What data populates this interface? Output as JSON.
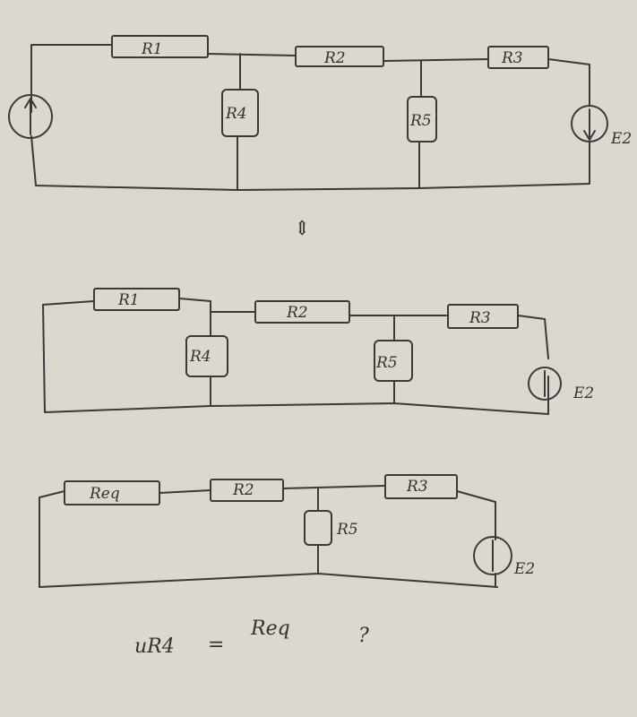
{
  "circuit_1": {
    "labels": {
      "r1": "R1",
      "r2": "R2",
      "r3": "R3",
      "r4": "R4",
      "r5": "R5",
      "e2": "E2"
    }
  },
  "equivalence_symbol": "⇕",
  "circuit_2": {
    "labels": {
      "r1": "R1",
      "r2": "R2",
      "r3": "R3",
      "r4": "R4",
      "r5": "R5",
      "e2": "E2"
    }
  },
  "circuit_3": {
    "labels": {
      "req": "Req",
      "r2": "R2",
      "r3": "R3",
      "r5": "R5",
      "e2": "E2"
    }
  },
  "question": {
    "lhs": "uR4",
    "equals": "=",
    "rhs": "Req",
    "mark": "?"
  },
  "colors": {
    "paper": "#dcd7cf",
    "ink": "#3a3a3a"
  }
}
